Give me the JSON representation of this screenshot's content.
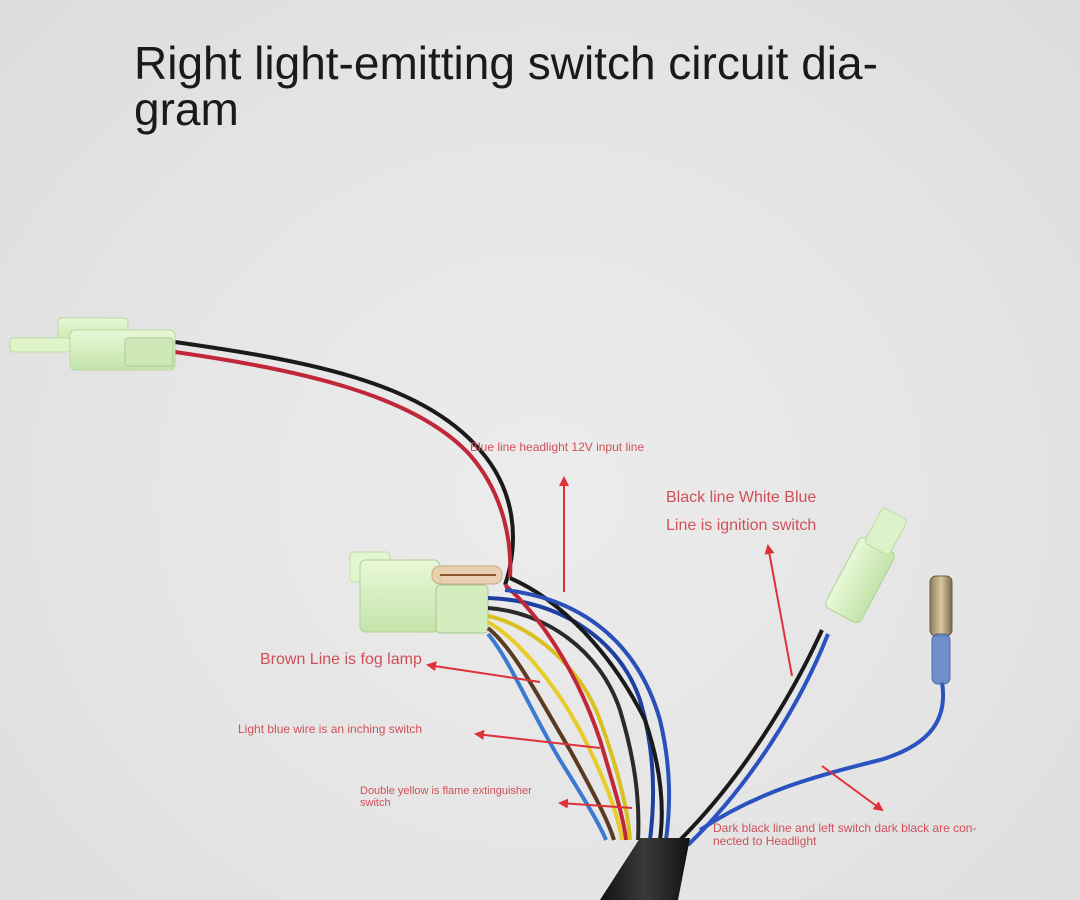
{
  "title": {
    "line1": "Right light-emitting switch circuit dia-",
    "line2": "gram"
  },
  "annotations": {
    "blue_line": "Blue line headlight 12V input line",
    "black_white_blue_1": "Black line White Blue",
    "black_white_blue_2": "Line is ignition switch",
    "brown_line": "Brown Line is fog lamp",
    "light_blue": "Light blue wire is an inching switch",
    "double_yellow_1": "Double yellow is flame extinguisher",
    "double_yellow_2": "switch",
    "dark_black_1": "Dark black line and left switch dark black are con-",
    "dark_black_2": "nected to Headlight"
  },
  "colors": {
    "annotation": "#d0505a",
    "arrow": "#e0303a",
    "connector": "#d8f0c4",
    "cable_sheath": "#1e1e1e"
  }
}
